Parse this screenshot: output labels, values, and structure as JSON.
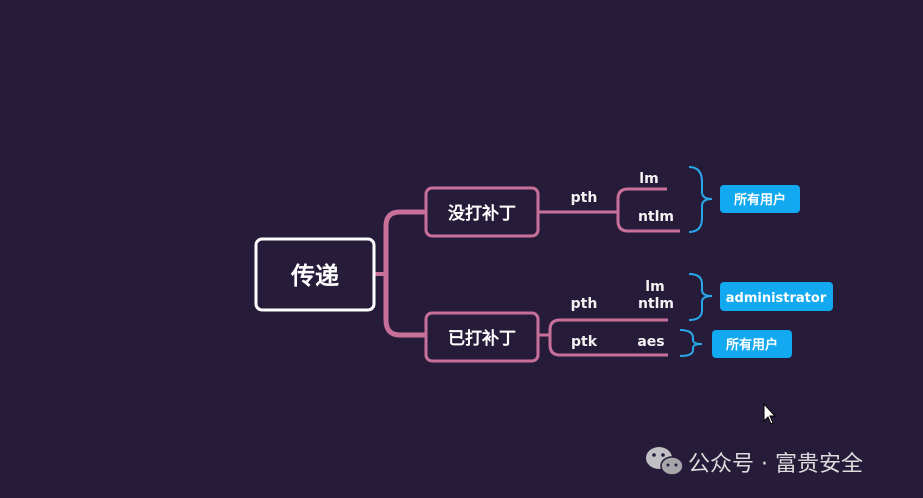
{
  "root": {
    "label": "传递"
  },
  "branches": [
    {
      "label": "没打补丁",
      "methods": [
        {
          "label": "pth",
          "hashes": [
            "lm",
            "ntlm"
          ]
        }
      ],
      "tag": "所有用户"
    },
    {
      "label": "已打补丁",
      "methods": [
        {
          "label": "pth",
          "hashes": [
            "lm",
            "ntlm"
          ],
          "tag": "administrator"
        },
        {
          "label": "ptk",
          "hashes": [
            "aes"
          ],
          "tag": "所有用户"
        }
      ]
    }
  ],
  "watermark": {
    "text": "公众号 · 富贵安全",
    "icon": "wechat-icon"
  },
  "colors": {
    "background": "#261c3a",
    "branch": "#c8709a",
    "bracket": "#2aa7e8",
    "tag": "#12a9f0",
    "root_border": "#ffffff"
  }
}
